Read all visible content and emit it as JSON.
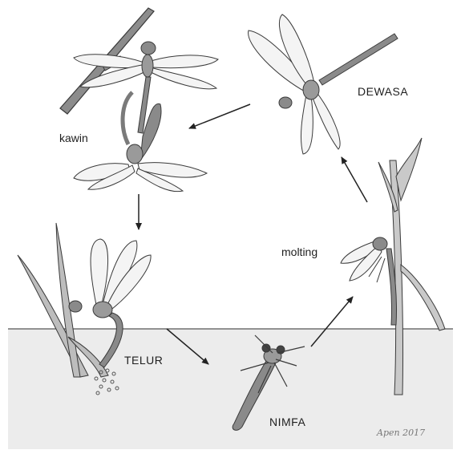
{
  "labels": {
    "kawin": "kawin",
    "dewasa": "DEWASA",
    "molting": "molting",
    "telur": "TELUR",
    "nimfa": "NIMFA"
  },
  "signature": "Apen 2017",
  "colors": {
    "ground": "#ececec",
    "line": "#3a3a3a",
    "body": "#8a8a8a",
    "wing": "#f4f4f4",
    "plant": "#bdbdbd",
    "arrow": "#222222"
  }
}
